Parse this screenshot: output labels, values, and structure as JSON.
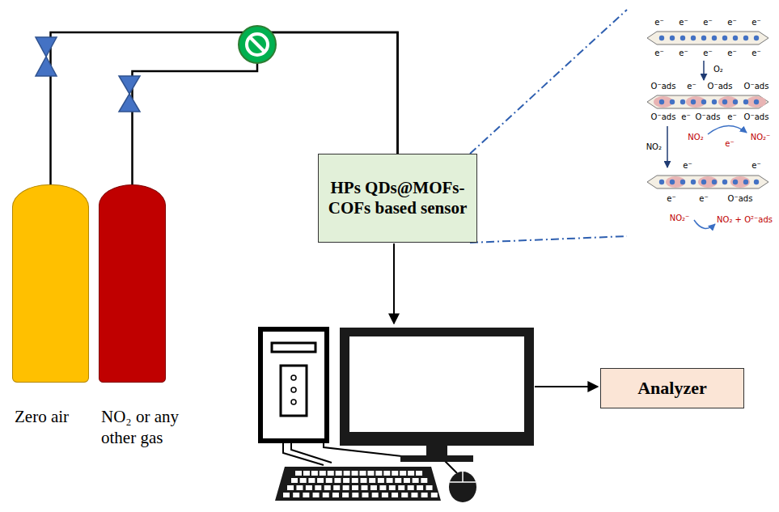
{
  "diagram": {
    "nodes": [
      {
        "text": [
          "Zero air"
        ]
      },
      {
        "text": [
          "NO₂ or any other gas"
        ]
      },
      {
        "text": [
          "HPs QDs@MOFs-COFs based sensor"
        ]
      },
      {
        "text": [
          "Analyzer"
        ]
      }
    ],
    "edges": [
      {
        "from": 0,
        "to": 2,
        "arrow": "none"
      },
      {
        "from": 1,
        "to": 2,
        "arrow": "none"
      }
    ],
    "labels": [
      "e⁻",
      "e⁻",
      "e⁻",
      "e⁻",
      "e⁻",
      "e⁻",
      "e⁻",
      "e⁻",
      "e⁻",
      "e⁻",
      "O₂",
      "O⁻ads",
      "e⁻",
      "O⁻ads",
      "O⁻ads",
      "O⁻ads",
      "e⁻",
      "O⁻ads",
      "e⁻",
      "O⁻ads",
      "NO₂",
      "NO₂",
      "e⁻",
      "NO₂⁻",
      "e⁻",
      "e⁻",
      "e⁻",
      "e⁻",
      "O⁻ads",
      "NO₂⁻",
      "NO₂ + O²⁻ads"
    ]
  }
}
